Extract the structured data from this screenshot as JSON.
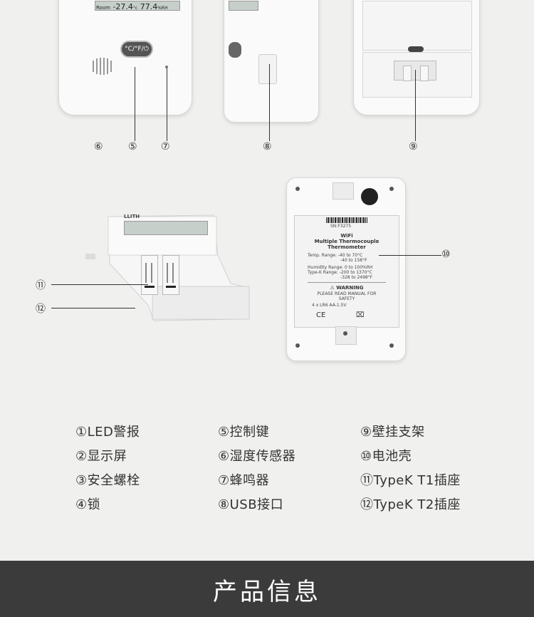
{
  "top": {
    "display": {
      "room": "Room",
      "temp": "-27.4",
      "temp_unit": "°c",
      "humidity": "77.4",
      "humidity_unit": "%RH"
    },
    "button_label": "°C/°F/⏻",
    "callouts": [
      "⑥",
      "⑤",
      "⑦",
      "⑧",
      "⑨"
    ]
  },
  "middle": {
    "brand": "LLITH",
    "callouts": [
      "⑪",
      "⑫",
      "⑩"
    ],
    "back_label": {
      "barcode_text": "SN:F3275",
      "line1": "WiFi",
      "line2": "Multiple Thermocouple",
      "line3": "Thermometer",
      "temp_range": "Temp. Range: -40 to 70°C",
      "temp_range_f": "-40 to 158°F",
      "humidity_range": "Humidity Range: 0 to 100%RH",
      "typek_range": "Type-K Range: -200 to 1370°C",
      "typek_range_f": "-328 to 2498°F",
      "warning": "⚠ WARNING",
      "warning_text1": "PLEASE READ MANUAL FOR",
      "warning_text2": "SAFETY",
      "battery": "4 x LR6 AA-1.5V",
      "ce": "CE"
    }
  },
  "legend": {
    "col1": [
      "①LED警报",
      "②显示屏",
      "③安全螺栓",
      "④锁"
    ],
    "col2": [
      "⑤控制键",
      "⑥湿度传感器",
      "⑦蜂鸣器",
      "⑧USB接口"
    ],
    "col3": [
      "⑨壁挂支架",
      "⑩电池壳",
      "⑪TypeK T1插座",
      "⑫TypeK T2插座"
    ]
  },
  "footer": {
    "title": "产品信息"
  }
}
